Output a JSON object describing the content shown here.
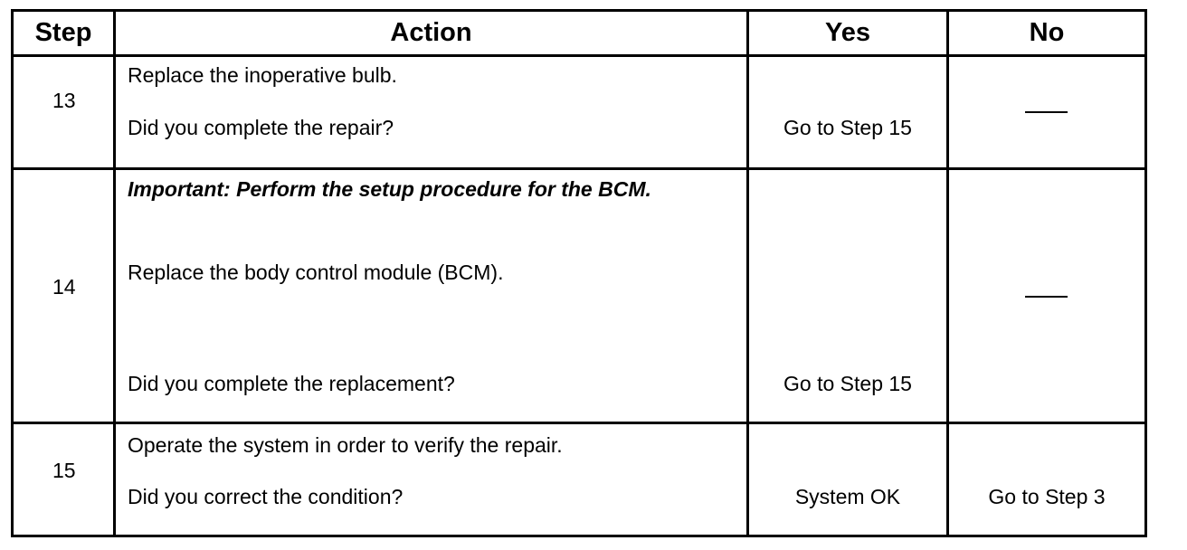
{
  "headers": {
    "step": "Step",
    "action": "Action",
    "yes": "Yes",
    "no": "No"
  },
  "rows": [
    {
      "step": "13",
      "action_1": "Replace the inoperative bulb.",
      "question": "Did you complete the repair?",
      "yes": "Go to Step 15",
      "no": "—"
    },
    {
      "step": "14",
      "important": "Important: Perform the setup procedure for the BCM.",
      "action_1": "Replace the body control module (BCM).",
      "question": "Did you complete the replacement?",
      "yes": "Go to Step 15",
      "no": "—"
    },
    {
      "step": "15",
      "action_1": "Operate the system in order to verify the repair.",
      "question": "Did you correct the condition?",
      "yes": "System OK",
      "no": "Go to Step 3"
    }
  ]
}
